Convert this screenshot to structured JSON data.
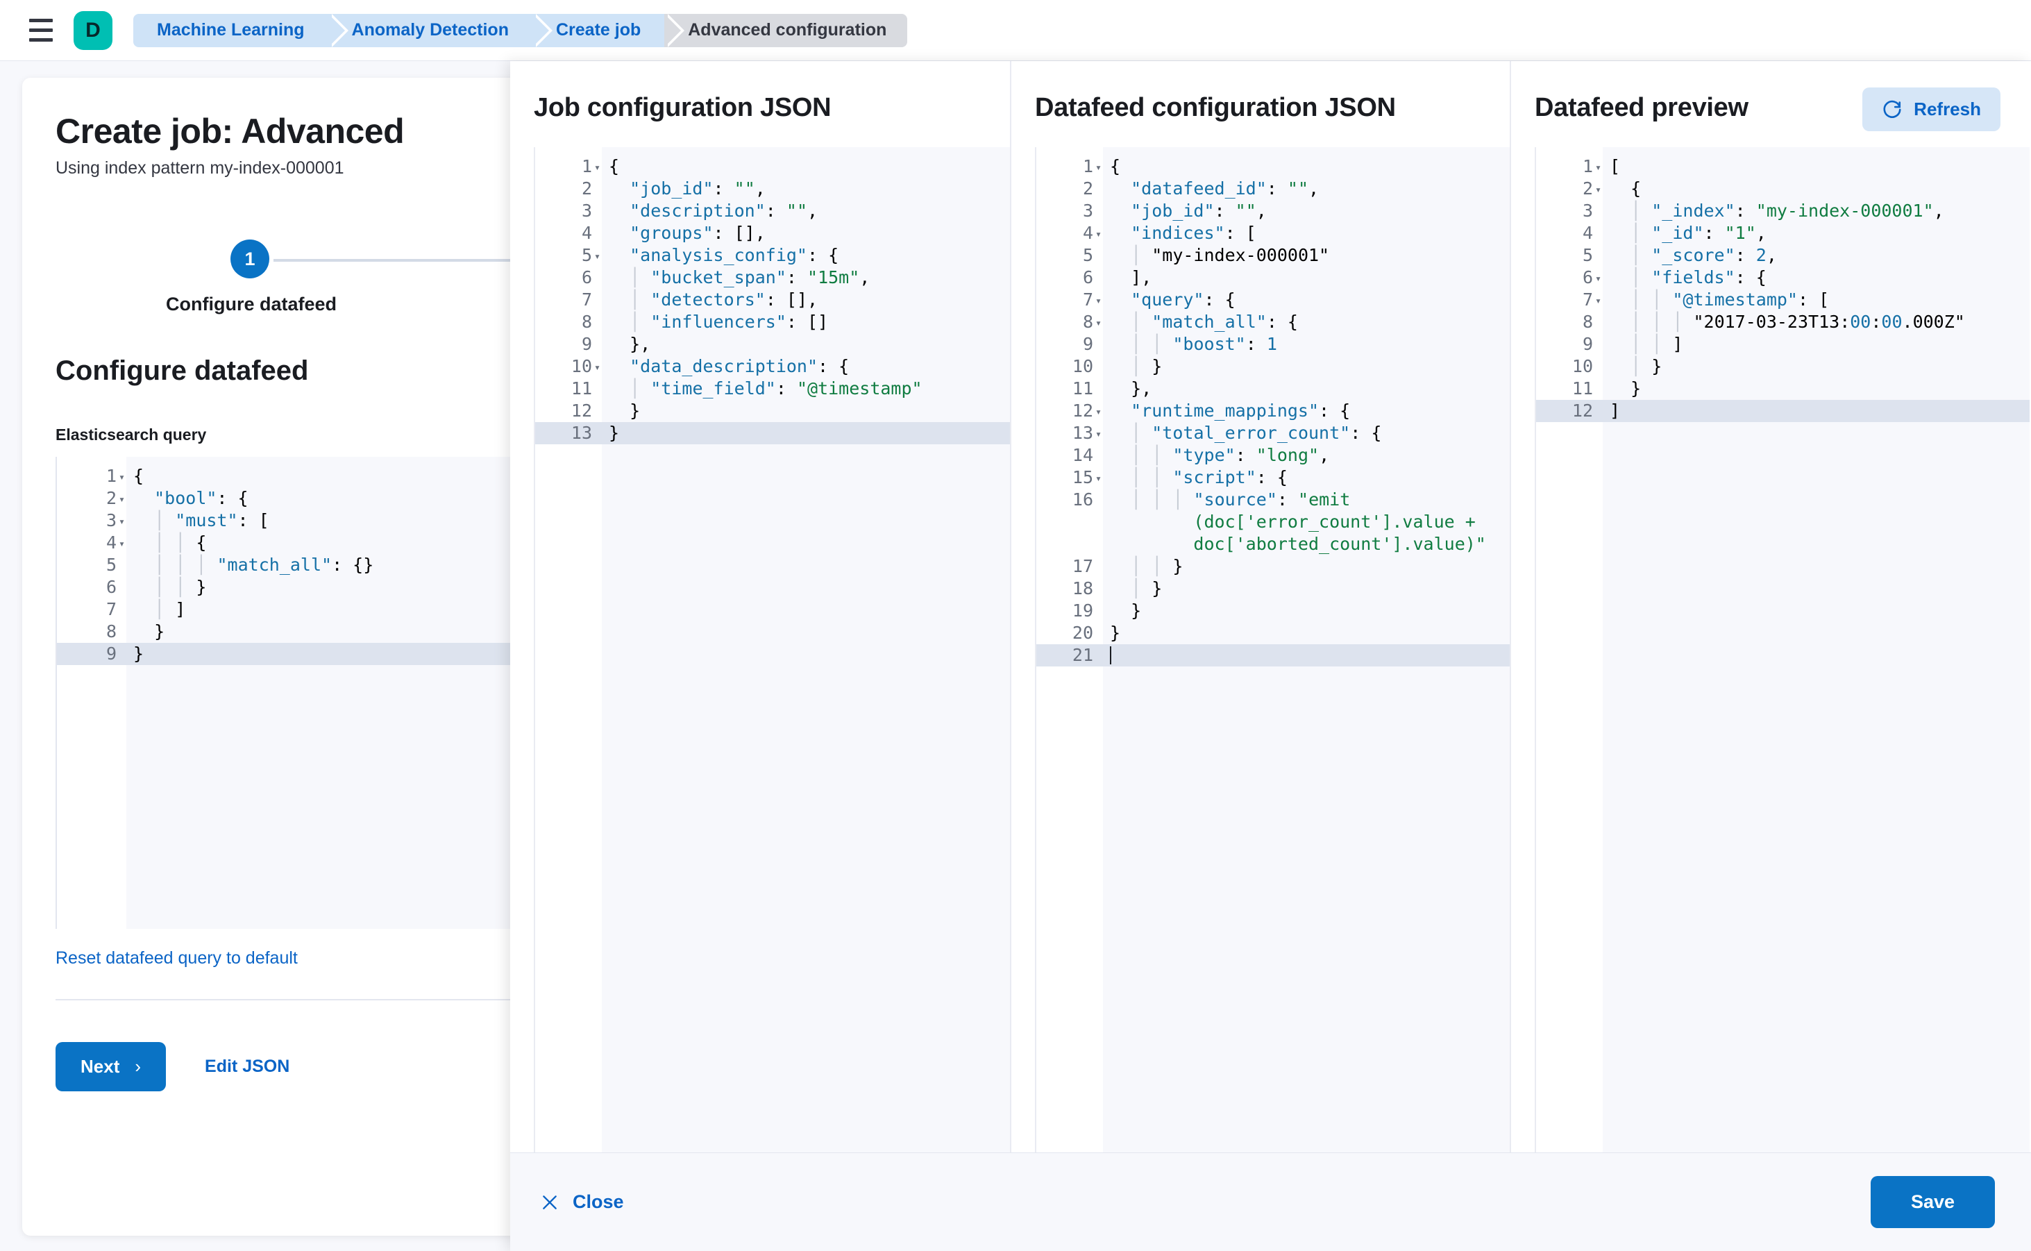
{
  "chrome": {
    "menu_icon": "hamburger-menu-icon",
    "space_avatar": "D",
    "breadcrumbs": [
      {
        "label": "Machine Learning",
        "current": false
      },
      {
        "label": "Anomaly Detection",
        "current": false
      },
      {
        "label": "Create job",
        "current": false
      },
      {
        "label": "Advanced configuration",
        "current": true
      }
    ]
  },
  "page": {
    "title": "Create job: Advanced",
    "subtitle": "Using index pattern my-index-000001",
    "step": {
      "number": "1",
      "label": "Configure datafeed"
    },
    "section_title": "Configure datafeed",
    "query_label": "Elasticsearch query",
    "reset_link": "Reset datafeed query to default",
    "next_button": "Next",
    "next_chevron": "›",
    "edit_json_button": "Edit JSON",
    "query_editor": {
      "lines": [
        {
          "n": "1",
          "fold": true,
          "active": false,
          "text": "{"
        },
        {
          "n": "2",
          "fold": true,
          "active": false,
          "text": "  \"bool\": {"
        },
        {
          "n": "3",
          "fold": true,
          "active": false,
          "text": "  │ \"must\": ["
        },
        {
          "n": "4",
          "fold": true,
          "active": false,
          "text": "  │ │ {"
        },
        {
          "n": "5",
          "fold": false,
          "active": false,
          "text": "  │ │ │ \"match_all\": {}"
        },
        {
          "n": "6",
          "fold": false,
          "active": false,
          "text": "  │ │ }"
        },
        {
          "n": "7",
          "fold": false,
          "active": false,
          "text": "  │ ]"
        },
        {
          "n": "8",
          "fold": false,
          "active": false,
          "text": "  }"
        },
        {
          "n": "9",
          "fold": false,
          "active": true,
          "text": "}"
        }
      ]
    }
  },
  "flyout": {
    "panels": [
      {
        "title": "Job configuration JSON",
        "name": "job-configuration-json",
        "lines": [
          {
            "n": "1",
            "fold": true,
            "active": false,
            "text": "{"
          },
          {
            "n": "2",
            "fold": false,
            "active": false,
            "text": "  \"job_id\": \"\","
          },
          {
            "n": "3",
            "fold": false,
            "active": false,
            "text": "  \"description\": \"\","
          },
          {
            "n": "4",
            "fold": false,
            "active": false,
            "text": "  \"groups\": [],"
          },
          {
            "n": "5",
            "fold": true,
            "active": false,
            "text": "  \"analysis_config\": {"
          },
          {
            "n": "6",
            "fold": false,
            "active": false,
            "text": "  │ \"bucket_span\": \"15m\","
          },
          {
            "n": "7",
            "fold": false,
            "active": false,
            "text": "  │ \"detectors\": [],"
          },
          {
            "n": "8",
            "fold": false,
            "active": false,
            "text": "  │ \"influencers\": []"
          },
          {
            "n": "9",
            "fold": false,
            "active": false,
            "text": "  },"
          },
          {
            "n": "10",
            "fold": true,
            "active": false,
            "text": "  \"data_description\": {"
          },
          {
            "n": "11",
            "fold": false,
            "active": false,
            "text": "  │ \"time_field\": \"@timestamp\""
          },
          {
            "n": "12",
            "fold": false,
            "active": false,
            "text": "  }"
          },
          {
            "n": "13",
            "fold": false,
            "active": true,
            "text": "}"
          }
        ]
      },
      {
        "title": "Datafeed configuration JSON",
        "name": "datafeed-configuration-json",
        "lines": [
          {
            "n": "1",
            "fold": true,
            "active": false,
            "text": "{"
          },
          {
            "n": "2",
            "fold": false,
            "active": false,
            "text": "  \"datafeed_id\": \"\","
          },
          {
            "n": "3",
            "fold": false,
            "active": false,
            "text": "  \"job_id\": \"\","
          },
          {
            "n": "4",
            "fold": true,
            "active": false,
            "text": "  \"indices\": ["
          },
          {
            "n": "5",
            "fold": false,
            "active": false,
            "text": "  │ \"my-index-000001\""
          },
          {
            "n": "6",
            "fold": false,
            "active": false,
            "text": "  ],"
          },
          {
            "n": "7",
            "fold": true,
            "active": false,
            "text": "  \"query\": {"
          },
          {
            "n": "8",
            "fold": true,
            "active": false,
            "text": "  │ \"match_all\": {"
          },
          {
            "n": "9",
            "fold": false,
            "active": false,
            "text": "  │ │ \"boost\": 1"
          },
          {
            "n": "10",
            "fold": false,
            "active": false,
            "text": "  │ }"
          },
          {
            "n": "11",
            "fold": false,
            "active": false,
            "text": "  },"
          },
          {
            "n": "12",
            "fold": true,
            "active": false,
            "text": "  \"runtime_mappings\": {"
          },
          {
            "n": "13",
            "fold": true,
            "active": false,
            "text": "  │ \"total_error_count\": {"
          },
          {
            "n": "14",
            "fold": false,
            "active": false,
            "text": "  │ │ \"type\": \"long\","
          },
          {
            "n": "15",
            "fold": true,
            "active": false,
            "text": "  │ │ \"script\": {"
          },
          {
            "n": "16",
            "fold": false,
            "active": false,
            "text": "  │ │ │ \"source\": \"emit\n        (doc['error_count'].value +\n        doc['aborted_count'].value)\""
          },
          {
            "n": "17",
            "fold": false,
            "active": false,
            "text": "  │ │ }"
          },
          {
            "n": "18",
            "fold": false,
            "active": false,
            "text": "  │ }"
          },
          {
            "n": "19",
            "fold": false,
            "active": false,
            "text": "  }"
          },
          {
            "n": "20",
            "fold": false,
            "active": false,
            "text": "}"
          },
          {
            "n": "21",
            "fold": false,
            "active": true,
            "text": ""
          }
        ]
      },
      {
        "title": "Datafeed preview",
        "name": "datafeed-preview",
        "refresh_label": "Refresh",
        "lines": [
          {
            "n": "1",
            "fold": true,
            "active": false,
            "text": "["
          },
          {
            "n": "2",
            "fold": true,
            "active": false,
            "text": "  {"
          },
          {
            "n": "3",
            "fold": false,
            "active": false,
            "text": "  │ \"_index\": \"my-index-000001\","
          },
          {
            "n": "4",
            "fold": false,
            "active": false,
            "text": "  │ \"_id\": \"1\","
          },
          {
            "n": "5",
            "fold": false,
            "active": false,
            "text": "  │ \"_score\": 2,"
          },
          {
            "n": "6",
            "fold": true,
            "active": false,
            "text": "  │ \"fields\": {"
          },
          {
            "n": "7",
            "fold": true,
            "active": false,
            "text": "  │ │ \"@timestamp\": ["
          },
          {
            "n": "8",
            "fold": false,
            "active": false,
            "text": "  │ │ │ \"2017-03-23T13:00:00.000Z\""
          },
          {
            "n": "9",
            "fold": false,
            "active": false,
            "text": "  │ │ ]"
          },
          {
            "n": "10",
            "fold": false,
            "active": false,
            "text": "  │ }"
          },
          {
            "n": "11",
            "fold": false,
            "active": false,
            "text": "  }"
          },
          {
            "n": "12",
            "fold": false,
            "active": true,
            "text": "]"
          }
        ]
      }
    ],
    "footer": {
      "close_label": "Close",
      "close_icon": "close-x-icon",
      "save_label": "Save"
    }
  },
  "colors": {
    "primary": "#0a73c5",
    "accent_teal": "#00bfb3",
    "breadcrumb_bg": "#cfe3f7",
    "string_green": "#107c41",
    "key_blue": "#1570a6"
  }
}
